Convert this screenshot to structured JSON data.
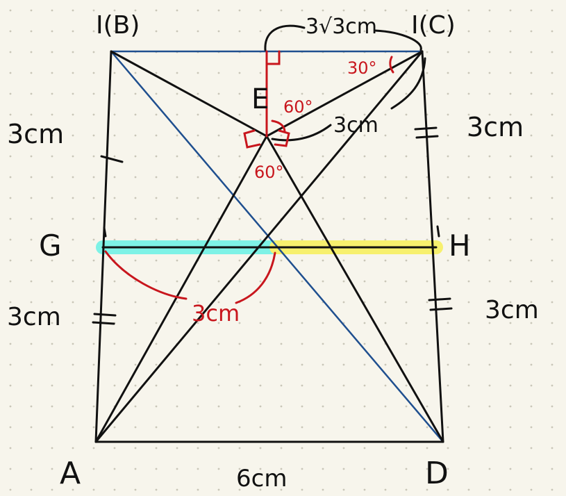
{
  "colors": {
    "background": "#f7f5ec",
    "dot_grid": "#c9c6b8",
    "black_line": "#111111",
    "blue_line": "#1f4f8f",
    "red_annotation": "#c8161d",
    "cyan_highlight": "#7ef2e6",
    "yellow_highlight": "#f7f06e"
  },
  "labels": {
    "top_left_vertex": "I(B)",
    "top_right_vertex": "I(C)",
    "point_e": "E",
    "point_g": "G",
    "point_h": "H",
    "point_a": "A",
    "point_d": "D"
  },
  "measurements": {
    "top_length": "3√3cm",
    "left_upper": "3cm",
    "left_lower": "3cm",
    "right_upper": "3cm",
    "right_lower": "3cm",
    "bottom_length": "6cm",
    "ie_length": "3cm",
    "g_to_center": "3cm"
  },
  "angles": {
    "top_right": "30°",
    "upper_at_e": "60°",
    "lower_at_e": "60°"
  }
}
